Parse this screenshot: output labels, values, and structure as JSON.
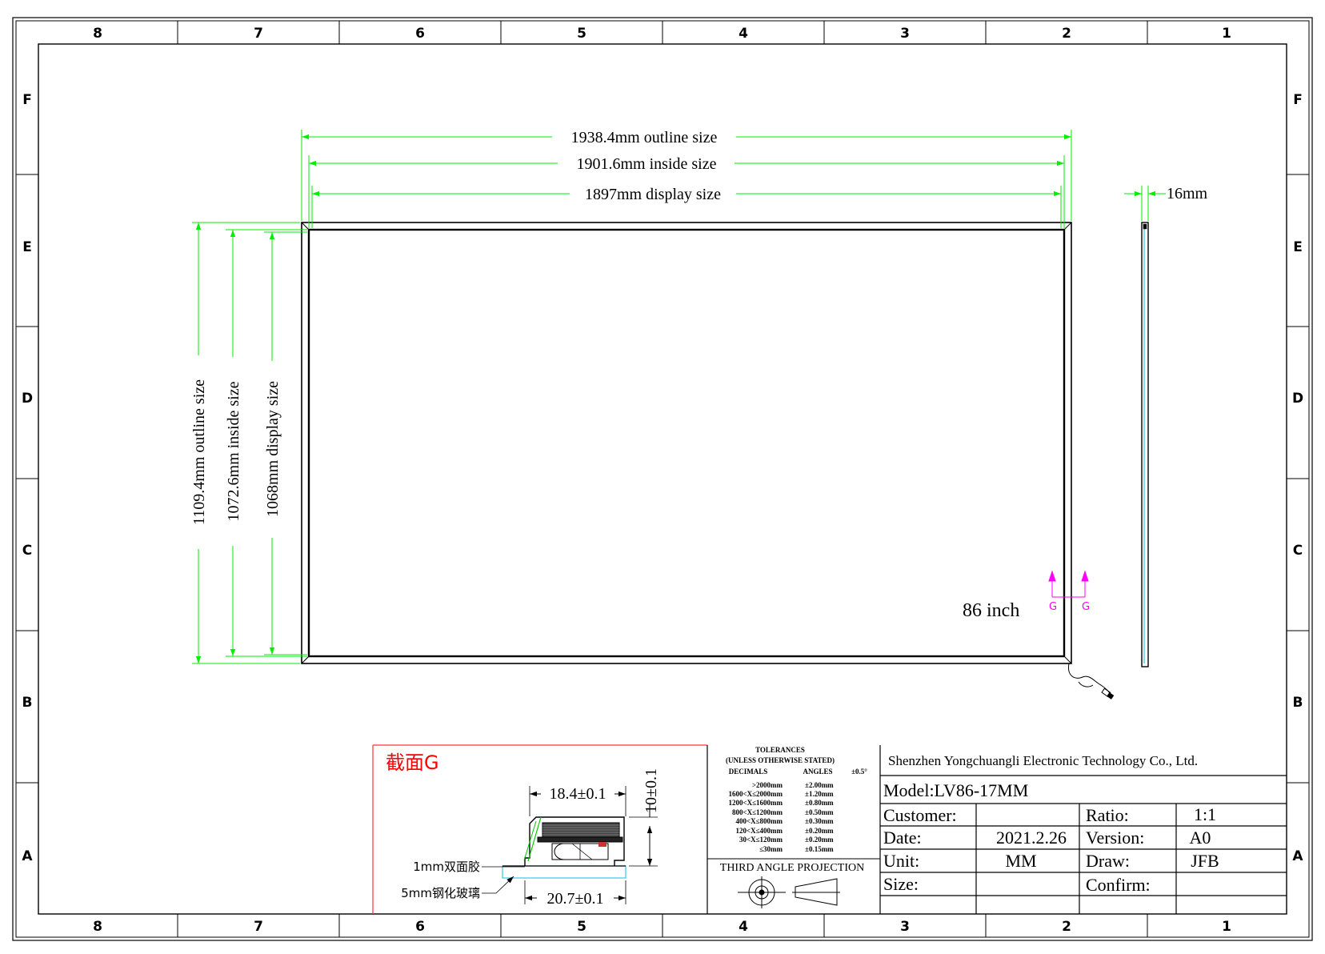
{
  "zones": {
    "columns": [
      "8",
      "7",
      "6",
      "5",
      "4",
      "3",
      "2",
      "1"
    ],
    "rows": [
      "F",
      "E",
      "D",
      "C",
      "B",
      "A"
    ]
  },
  "dimensions": {
    "outline_width": "1938.4mm outline size",
    "inside_width": "1901.6mm inside size",
    "display_width": "1897mm display size",
    "outline_height": "1109.4mm outline size",
    "inside_height": "1072.6mm inside size",
    "display_height": "1068mm display size",
    "thickness": "16mm"
  },
  "panel_label": "86 inch",
  "section_marker": "G",
  "section": {
    "title": "截面G",
    "width_top": "18.4±0.1",
    "height": "10±0.1",
    "width_bottom": "20.7±0.1",
    "tape_label": "1mm双面胶",
    "glass_label": "5mm钢化玻璃"
  },
  "tolerances": {
    "title": "TOLERANCES",
    "subtitle": "(UNLESS OTHERWISE STATED)",
    "decimals_label": "DECIMALS",
    "angles_label": "ANGLES",
    "angles_value": "±0.5°",
    "rows": [
      {
        "range": ">2000mm",
        "tol": "±2.00mm"
      },
      {
        "range": "1600<X≤2000mm",
        "tol": "±1.20mm"
      },
      {
        "range": "1200<X≤1600mm",
        "tol": "±0.80mm"
      },
      {
        "range": "800<X≤1200mm",
        "tol": "±0.50mm"
      },
      {
        "range": "400<X≤800mm",
        "tol": "±0.30mm"
      },
      {
        "range": "120<X≤400mm",
        "tol": "±0.20mm"
      },
      {
        "range": "30<X≤120mm",
        "tol": "±0.20mm"
      },
      {
        "range": "≤30mm",
        "tol": "±0.15mm"
      }
    ],
    "projection": "THIRD ANGLE PROJECTION"
  },
  "title_block": {
    "company": "Shenzhen Yongchuangli Electronic Technology Co., Ltd.",
    "model": "Model:LV86-17MM",
    "customer_label": "Customer:",
    "customer_value": "",
    "ratio_label": "Ratio:",
    "ratio_value": "1:1",
    "date_label": "Date:",
    "date_value": "2021.2.26",
    "version_label": "Version:",
    "version_value": "A0",
    "unit_label": "Unit:",
    "unit_value": "MM",
    "draw_label": "Draw:",
    "draw_value": "JFB",
    "size_label": "Size:",
    "size_value": "",
    "confirm_label": "Confirm:",
    "confirm_value": ""
  },
  "colors": {
    "line": "#000000",
    "dimension": "#00ee00",
    "section_marker": "#ff00ff",
    "section_title": "#ff0000",
    "section_frame": "#ff3333",
    "glass": "#33ccdd"
  }
}
